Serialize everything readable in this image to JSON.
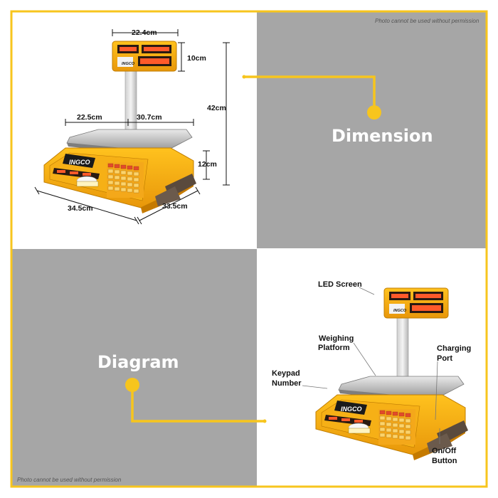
{
  "watermarks": {
    "top": "Photo cannot be used without permission",
    "bottom": "Photo cannot be used without permission"
  },
  "labels": {
    "dimension": "Dimension",
    "diagram": "Diagram"
  },
  "dimensions": {
    "display_width": "22.4cm",
    "display_height": "10cm",
    "total_height": "42cm",
    "platform_depth": "22.5cm",
    "platform_width": "30.7cm",
    "base_height": "12cm",
    "base_length": "34.5cm",
    "base_width": "33.5cm"
  },
  "diagram_parts": {
    "led_screen": "LED Screen",
    "weighing_platform_l1": "Weighing",
    "weighing_platform_l2": "Platform",
    "keypad_l1": "Keypad",
    "keypad_l2": "Number",
    "charging_port_l1": "Charging",
    "charging_port_l2": "Port",
    "on_off_l1": "On/Off",
    "on_off_l2": "Button"
  },
  "brand": {
    "logo": "INGCO"
  },
  "colors": {
    "accent": "#F7C51D",
    "gray": "#A6A6A6",
    "scale_orange": "#F5A800"
  }
}
